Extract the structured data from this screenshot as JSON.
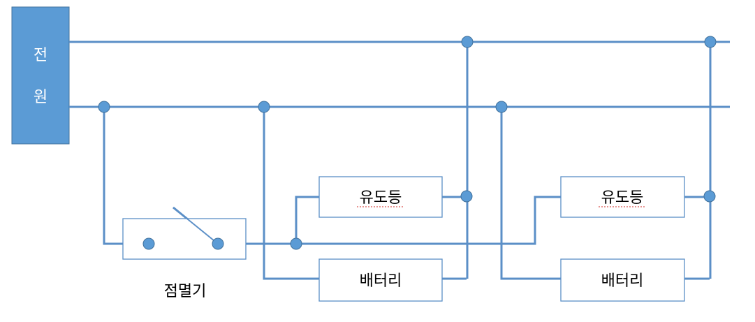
{
  "power_source": {
    "label_line1": "전",
    "label_line2": "원"
  },
  "components": {
    "flasher_label": "점멸기",
    "guide_light_1": "유도등",
    "battery_1": "배터리",
    "guide_light_2": "유도등",
    "battery_2": "배터리"
  },
  "colors": {
    "wire": "#5b8fc7",
    "node": "#5b9bd5",
    "power_fill": "#5b9bd5",
    "box_stroke": "#5b8fc7"
  }
}
